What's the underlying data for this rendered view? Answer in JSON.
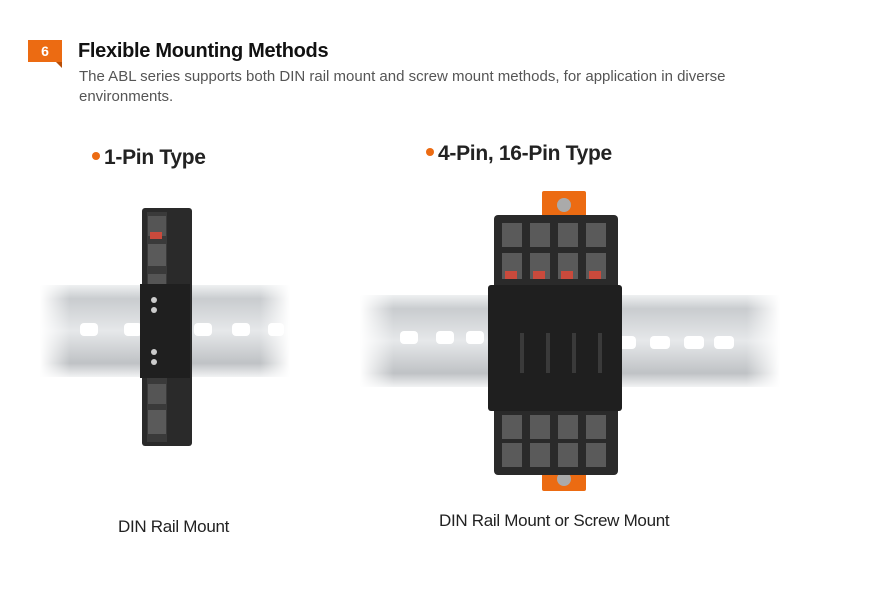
{
  "section": {
    "number": "6",
    "title": "Flexible Mounting Methods",
    "description": "The ABL series supports both DIN rail mount and screw mount methods, for application in diverse environments."
  },
  "products": [
    {
      "type_label": "1-Pin Type",
      "caption": "DIN Rail Mount"
    },
    {
      "type_label": "4-Pin, 16-Pin Type",
      "caption": "DIN Rail Mount or Screw Mount"
    }
  ],
  "colors": {
    "accent": "#ec6b12",
    "relay_body": "#2a2a2a",
    "rail": "#d4d6d8"
  },
  "icons": [
    "bullet-dot-icon",
    "din-rail-icon",
    "relay-socket-icon"
  ]
}
